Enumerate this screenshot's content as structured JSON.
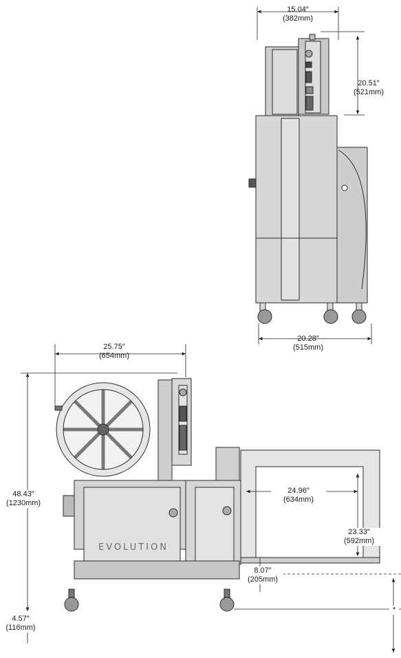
{
  "dimensions": {
    "top_width": {
      "imperial": "15.04″",
      "metric": "(382mm)"
    },
    "top_height": {
      "imperial": "20.51″",
      "metric": "(521mm)"
    },
    "base_width": {
      "imperial": "20.28″",
      "metric": "(515mm)"
    },
    "reel_width": {
      "imperial": "25.75″",
      "metric": "(654mm)"
    },
    "overall_height": {
      "imperial": "48.43″",
      "metric": "(1230mm)"
    },
    "arch_width": {
      "imperial": "24.96″",
      "metric": "(634mm)"
    },
    "arch_height": {
      "imperial": "23.33″",
      "metric": "(592mm)"
    },
    "table_height": {
      "imperial": "8.07″",
      "metric": "(205mm)"
    },
    "caster_height": {
      "imperial": "4.57″",
      "metric": "(116mm)"
    },
    "note_mark": "*"
  },
  "brand": "EVOLUTION",
  "colors": {
    "panel": "#d9d9d9",
    "panel_dark": "#bdbdbd",
    "line": "#2a2a2a",
    "frame": "#e3e3e3"
  }
}
